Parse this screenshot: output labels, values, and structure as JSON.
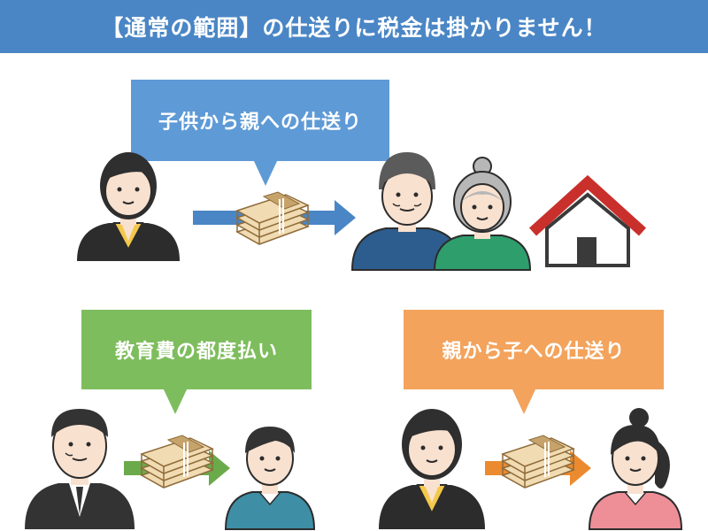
{
  "title": "【通常の範囲】の仕送りに税金は掛かりません！",
  "colors": {
    "title_bg": "#4a86c5",
    "blue": "#4a86c5",
    "blue_bubble": "#5e9ad6",
    "green": "#6aaa4b",
    "green_bubble": "#7ebd5d",
    "orange": "#ec8a2f",
    "orange_bubble": "#f3a35c",
    "house_roof": "#c9302c",
    "skin": "#f9e1cf",
    "hair": "#2f2f2f"
  },
  "scenes": [
    {
      "label": "子供から親への仕送り",
      "arrow_color": "blue",
      "giver": "adult-woman-yellow-blouse",
      "receivers": [
        "elderly-man",
        "elderly-woman"
      ],
      "extra_icon": "house-icon"
    },
    {
      "label": "教育費の都度払い",
      "arrow_color": "green",
      "giver": "man-in-suit",
      "receivers": [
        "young-man"
      ]
    },
    {
      "label": "親から子への仕送り",
      "arrow_color": "orange",
      "giver": "adult-woman-yellow-blouse",
      "receivers": [
        "young-woman"
      ]
    }
  ]
}
